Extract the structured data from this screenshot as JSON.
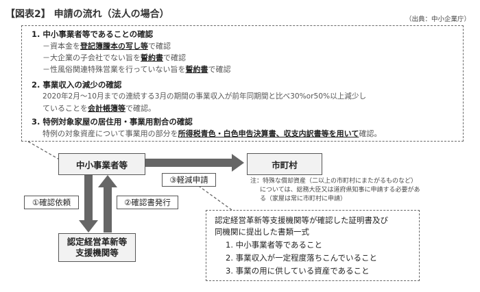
{
  "title": "【図表2】 申請の流れ（法人の場合）",
  "source": "（出典：中小企業庁）",
  "requirements": {
    "sec1": {
      "heading": "1. 中小事業者等であることの確認",
      "line1": {
        "a": "－資本金を",
        "b": "登記簿謄本の写し等",
        "c": "で確認"
      },
      "line2": {
        "a": "－大企業の子会社でない旨を",
        "b": "誓約書",
        "c": "で確認"
      },
      "line3": {
        "a": "－性風俗関連特殊営業を行っていない旨を",
        "b": "誓約書",
        "c": "で確認"
      }
    },
    "sec2": {
      "heading": "2. 事業収入の減少の確認",
      "line1": "2020年2月～10月までの連続する3月の期間の事業収入が前年同期間と比べ30%or50%以上減少し",
      "line2": {
        "a": "ていることを",
        "b": "会計帳簿等",
        "c": "で確認。"
      }
    },
    "sec3": {
      "heading": "3. 特例対象家屋の居住用・事業用割合の確認",
      "line1": {
        "a": "特例の対象資産について事業用の部分を",
        "b": "所得税青色・白色申告決算書、収支内訳書等を用いて",
        "c": "確認。"
      }
    }
  },
  "nodes": {
    "sme": "中小事業者等",
    "city": "市町村",
    "support_line1": "認定経営革新等",
    "support_line2": "支援機関等"
  },
  "edges": {
    "confirm_request": "①確認依頼",
    "certificate_issue": "②確認書発行",
    "reduction_apply": "③軽減申請"
  },
  "note": {
    "line1": "注：特殊な償却資産（二以上の市町村にまたがるものなど）",
    "line2": "については、総務大臣又は道府県知事に申請する必要があ",
    "line3": "る（家屋は常に市町村に申請）"
  },
  "documents": {
    "line1": "認定経営革新等支援機関等が確認した証明書及び",
    "line2": "同機関に提出した書類一式",
    "item1": "1. 中小事業者等であること",
    "item2": "2. 事業収入が一定程度落ちこんでいること",
    "item3": "3. 事業の用に供している資産であること"
  }
}
